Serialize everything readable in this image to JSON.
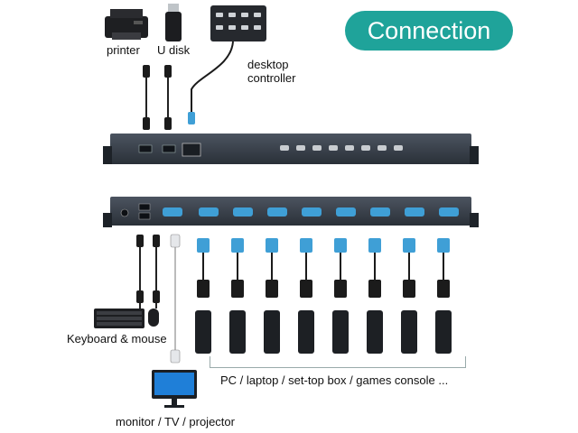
{
  "header": {
    "title": "Connection"
  },
  "labels": {
    "printer": "printer",
    "udisk": "U disk",
    "desktop_controller_line1": "desktop",
    "desktop_controller_line2": "controller",
    "keyboard_mouse": "Keyboard & mouse",
    "monitor": "monitor / TV / projector",
    "computers": "PC / laptop / set-top box / games console ..."
  },
  "colors": {
    "accent": "#1fa39a",
    "device_body": "#2f353d",
    "vga_connector": "#3f9fd6",
    "cable": "#1b1b1b"
  },
  "counts": {
    "computer_ports": 8
  },
  "icons": [
    "printer-icon",
    "usb-drive-icon",
    "remote-controller-icon",
    "usb-cable-icon",
    "kvm-switch-front",
    "kvm-switch-back",
    "vga-cable-icon",
    "keyboard-icon",
    "mouse-icon",
    "monitor-icon",
    "mini-pc-icon"
  ]
}
